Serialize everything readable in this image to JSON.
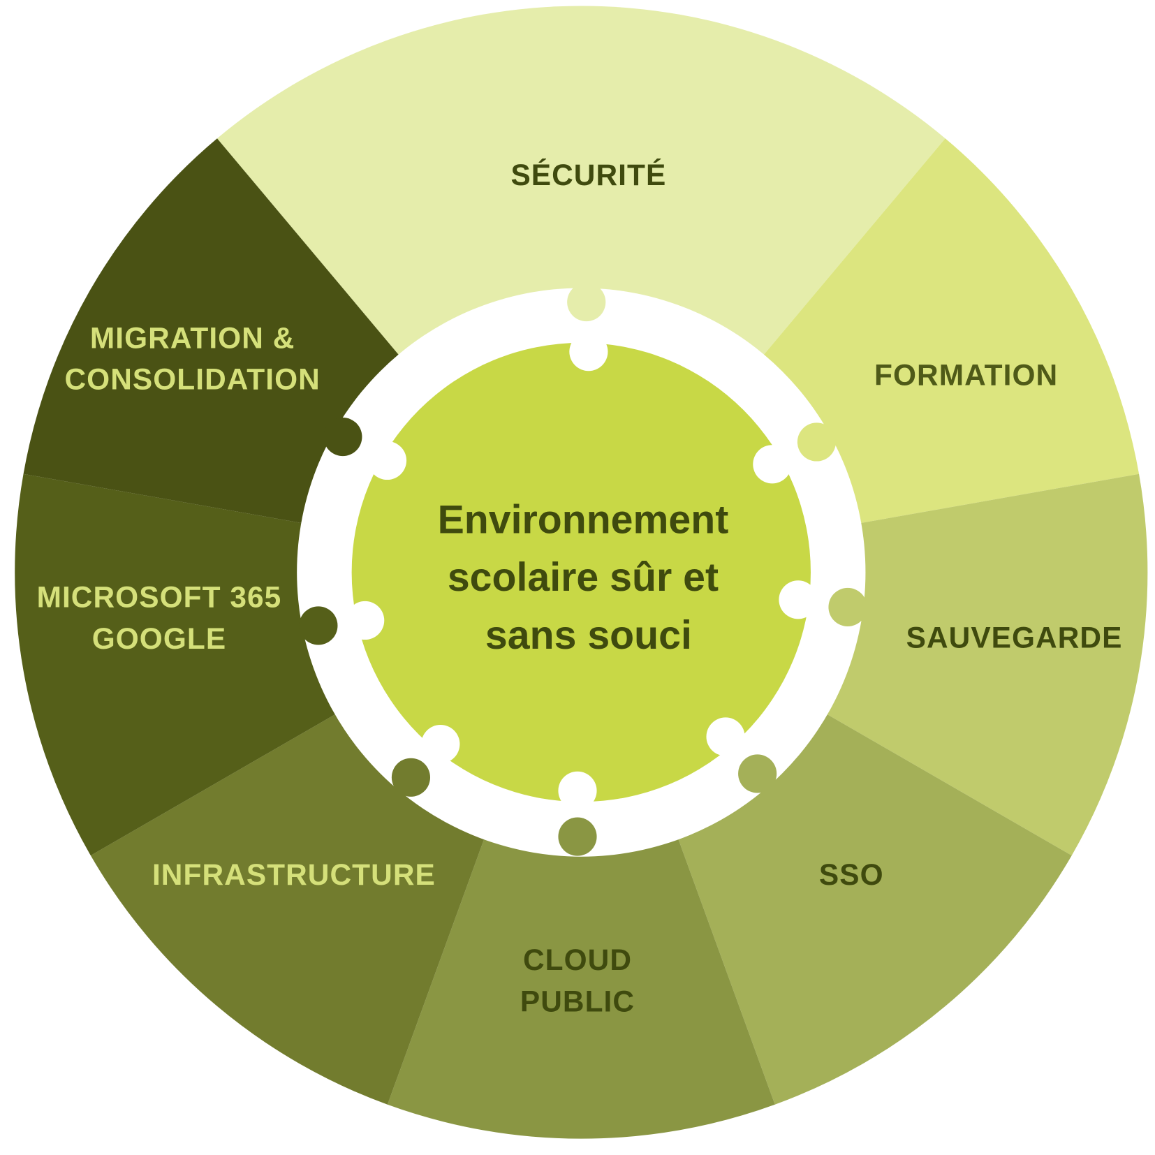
{
  "center": {
    "lines": [
      "Environnement",
      "scolaire sûr et",
      "sans souci"
    ],
    "color": "#c8d846",
    "text_color": "#3f4a0e"
  },
  "segments": [
    {
      "id": "securite",
      "lines": [
        "SÉCURITÉ"
      ],
      "color": "#e5edab",
      "text_color": "#3f4a0e"
    },
    {
      "id": "formation",
      "lines": [
        "FORMATION"
      ],
      "color": "#dce57f",
      "text_color": "#4f5a18"
    },
    {
      "id": "sauvegarde",
      "lines": [
        "SAUVEGARDE"
      ],
      "color": "#c0cb6c",
      "text_color": "#3f4a0e"
    },
    {
      "id": "sso",
      "lines": [
        "SSO"
      ],
      "color": "#a4b058",
      "text_color": "#3f4a0e"
    },
    {
      "id": "cloud-public",
      "lines": [
        "CLOUD",
        "PUBLIC"
      ],
      "color": "#8a9643",
      "text_color": "#3f4a0e"
    },
    {
      "id": "infrastructure",
      "lines": [
        "INFRASTRUCTURE"
      ],
      "color": "#727c2e",
      "text_color": "#d5e07a"
    },
    {
      "id": "microsoft-google",
      "lines": [
        "MICROSOFT 365",
        "GOOGLE"
      ],
      "color": "#555f19",
      "text_color": "#d5e07a"
    },
    {
      "id": "migration",
      "lines": [
        "MIGRATION &",
        "CONSOLIDATION"
      ],
      "color": "#4a5214",
      "text_color": "#d5e07a"
    }
  ]
}
